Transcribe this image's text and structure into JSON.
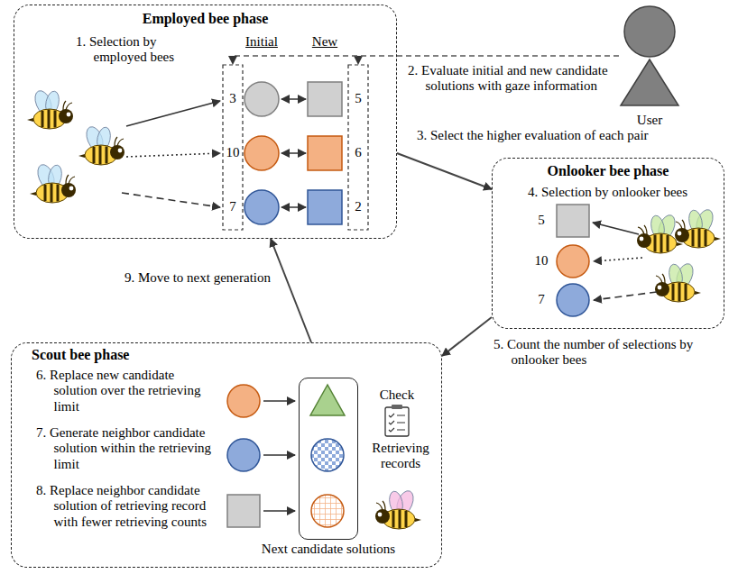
{
  "diagram": {
    "nodes": [
      {
        "text": [
          "Employed bee phase"
        ]
      },
      {
        "text": [
          "User"
        ]
      },
      {
        "text": [
          "Onlooker bee phase"
        ]
      },
      {
        "text": [
          "Scout bee phase"
        ]
      },
      {
        "text": [
          "Next candidate solutions"
        ],
        "in": 3
      }
    ],
    "edges": [
      {
        "from": 1,
        "to": 0,
        "arrow": "to",
        "label": "2. Evaluate initial and new candidate solutions with gaze information"
      },
      {
        "from": 0,
        "to": 2,
        "arrow": "to",
        "label": "3. Select the higher evaluation of each pair"
      },
      {
        "from": 2,
        "to": 3,
        "arrow": "to",
        "label": "5. Count the number of selections by onlooker bees"
      },
      {
        "from": 3,
        "to": 0,
        "arrow": "to",
        "label": "9. Move to next generation"
      }
    ],
    "labels": [
      "1. Selection by employed bees",
      "Initial",
      "New",
      "3",
      "10",
      "7",
      "5",
      "6",
      "2",
      "4. Selection by onlooker bees",
      "5",
      "10",
      "7",
      "6. Replace new candidate solution over the retrieving limit",
      "7. Generate neighbor candidate solution within the retrieving limit",
      "8. Replace neighbor candidate solution of retrieving record with fewer retrieving counts",
      "Check",
      "Retrieving records"
    ]
  }
}
